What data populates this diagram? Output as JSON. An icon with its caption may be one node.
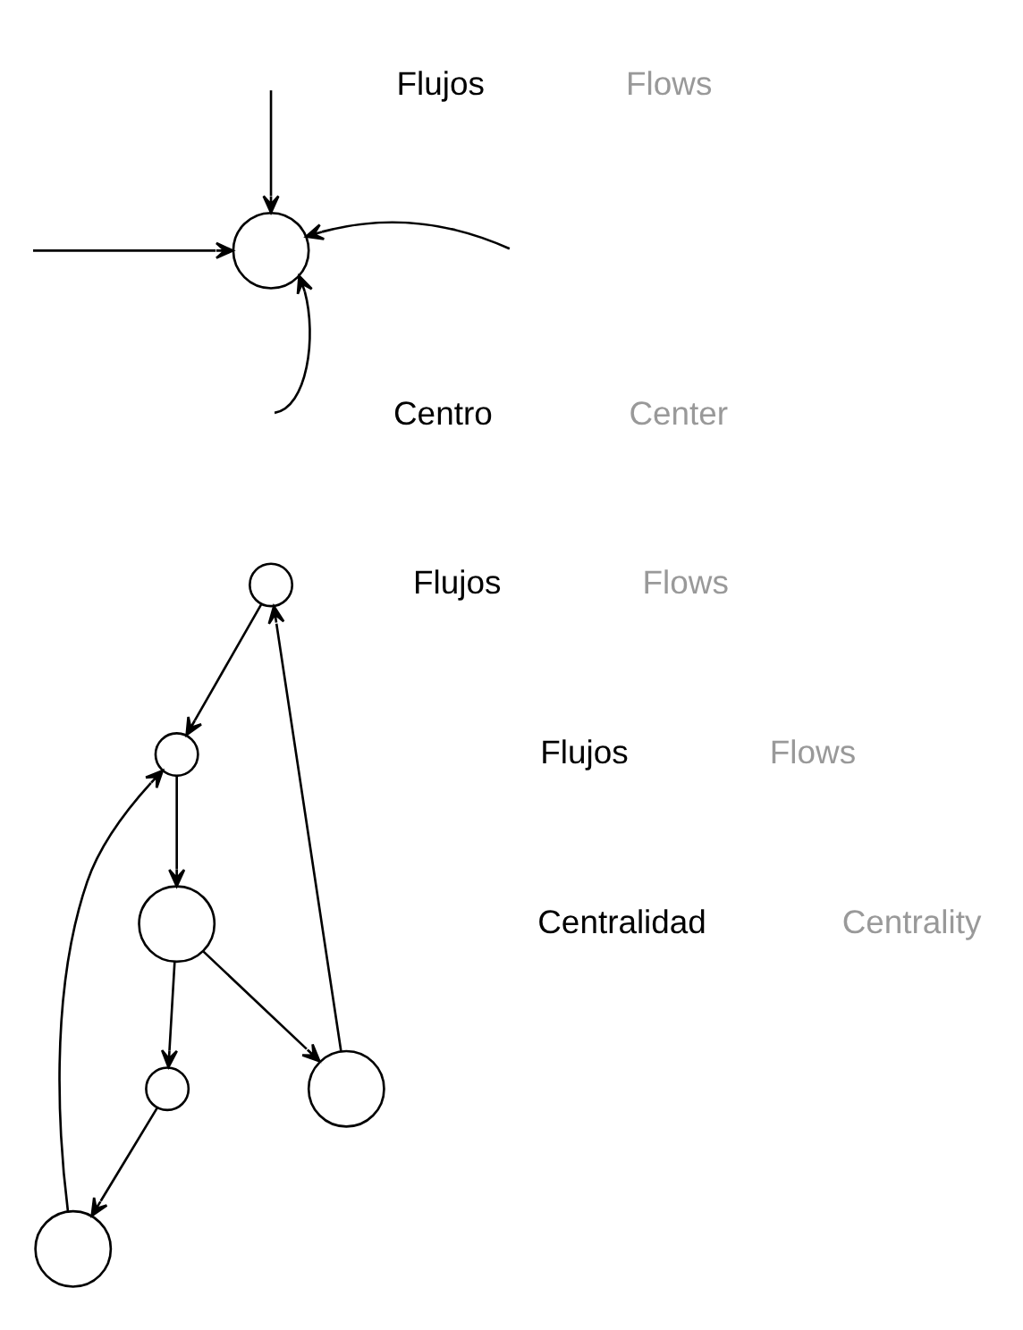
{
  "diagram": {
    "nodes": [
      {
        "text": [],
        "shape": "circle"
      },
      {
        "text": [],
        "shape": "circle"
      },
      {
        "text": [],
        "shape": "circle"
      },
      {
        "text": [],
        "shape": "circle"
      },
      {
        "text": [],
        "shape": "circle"
      },
      {
        "text": [],
        "shape": "circle"
      },
      {
        "text": [],
        "shape": "circle"
      }
    ],
    "edges": [
      {
        "from": null,
        "to": 0,
        "arrow": "to"
      },
      {
        "from": null,
        "to": 0,
        "arrow": "to"
      },
      {
        "from": null,
        "to": 0,
        "arrow": "to"
      },
      {
        "from": null,
        "to": 0,
        "arrow": "to"
      },
      {
        "from": 5,
        "to": 2,
        "arrow": "to"
      },
      {
        "from": 2,
        "to": 3,
        "arrow": "to"
      },
      {
        "from": 1,
        "to": 3,
        "arrow": "to"
      },
      {
        "from": 3,
        "to": 6,
        "arrow": "to"
      },
      {
        "from": 6,
        "to": 5,
        "arrow": "to"
      },
      {
        "from": 6,
        "to": 4,
        "arrow": "to"
      },
      {
        "from": 4,
        "to": 1,
        "arrow": "to"
      }
    ],
    "labels": [
      "Flujos",
      "Flows",
      "Centro",
      "Center",
      "Flujos",
      "Flows",
      "Flujos",
      "Flows",
      "Centralidad",
      "Centrality"
    ]
  }
}
